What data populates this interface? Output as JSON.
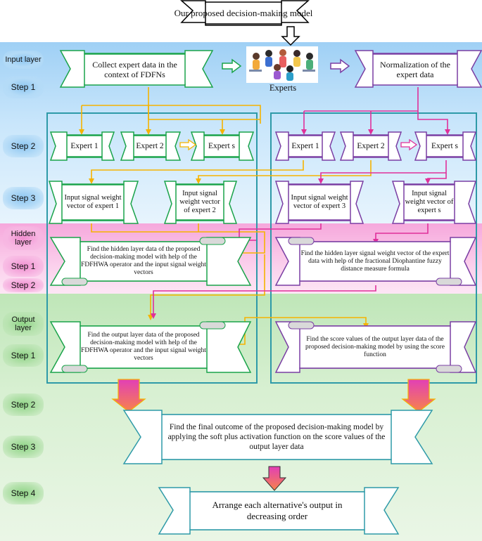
{
  "title": "Our proposed decision-making model",
  "steps": {
    "input_layer": "Input layer",
    "input_step1": "Step 1",
    "input_step2": "Step 2",
    "input_step3": "Step 3",
    "hidden_layer": "Hidden layer",
    "hidden_step1": "Step 1",
    "hidden_step2": "Step 2",
    "output_layer": "Output layer",
    "output_step1": "Step 1",
    "output_step2": "Step 2",
    "output_step3": "Step 3",
    "output_step4": "Step 4"
  },
  "collect": "Collect expert data in the context of FDFNs",
  "experts_caption": "Experts",
  "normalization": "Normalization of the expert data",
  "left_experts": [
    "Expert 1",
    "Expert 2",
    "Expert s"
  ],
  "right_experts": [
    "Expert 1",
    "Expert 2",
    "Expert s"
  ],
  "left_weights": [
    "Input signal weight vector of expert 1",
    "Input signal weight vector of expert 2"
  ],
  "right_weights": [
    "Input signal weight vector of expert 3",
    "Input signal weight vector of expert s"
  ],
  "hidden_left": "Find the hidden layer data of the proposed decision-making model with help of the FDFHWA operator and the input signal weight vectors",
  "hidden_right": "Find the hidden layer signal weight vector of the expert data with help of the fractional Diophantine fuzzy distance measure formula",
  "output_left": "Find the output  layer data of the proposed decision-making model with help of the FDFHWA operator and the input signal weight vectors",
  "output_right": "Find the score values of the output layer data of the proposed decision-making model by using the score function",
  "final": "Find the final outcome of the proposed decision-making model by applying the soft plus activation function on the score values of the output layer data",
  "arrange": "Arrange each alternative's output in decreasing order",
  "colors": {
    "green_frame": "#1aa34a",
    "purple_frame": "#7a3ea3",
    "teal_frame": "#2e9aa8",
    "orange_line": "#f5b301",
    "magenta_line": "#e0309a"
  }
}
